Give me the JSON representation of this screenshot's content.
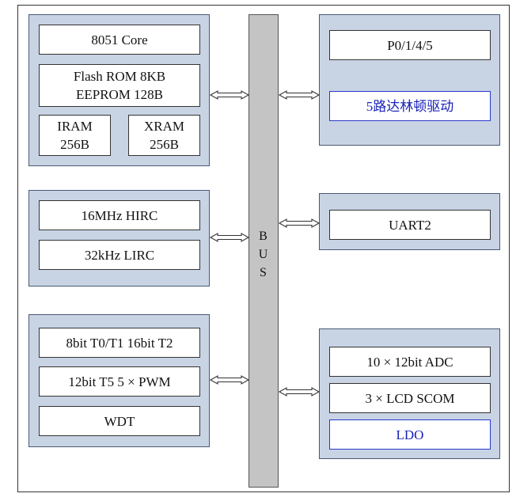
{
  "left_groups": [
    {
      "name": "core-group",
      "boxes": [
        "8051 Core",
        "Flash ROM 8KB\nEEPROM 128B",
        "IRAM\n256B",
        "XRAM\n256B"
      ]
    },
    {
      "name": "clock-group",
      "boxes": [
        "16MHz HIRC",
        "32kHz LIRC"
      ]
    },
    {
      "name": "timer-group",
      "boxes": [
        "8bit T0/T1 16bit T2",
        "12bit T5  5 × PWM",
        "WDT"
      ]
    }
  ],
  "bus": {
    "label": "B\nU\nS"
  },
  "right_groups": [
    {
      "name": "io-group",
      "boxes": [
        "P0/1/4/5",
        "5路达林顿驱动"
      ]
    },
    {
      "name": "uart-group",
      "boxes": [
        "UART2"
      ]
    },
    {
      "name": "analog-group",
      "boxes": [
        "10 × 12bit ADC",
        "3 × LCD SCOM",
        "LDO"
      ]
    }
  ],
  "colors": {
    "group_fill": "#c8d4e4",
    "bus_fill": "#c4c4c4",
    "highlight_text": "#1a22b8"
  }
}
